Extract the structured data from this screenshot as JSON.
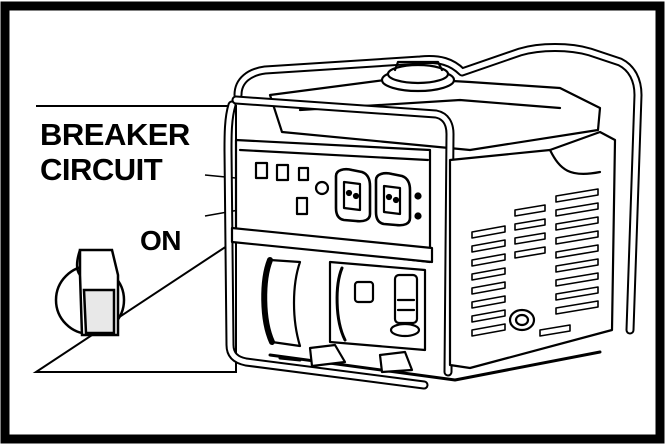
{
  "labels": {
    "breaker": "BREAKER",
    "circuit": "CIRCUIT",
    "on": "ON"
  },
  "colors": {
    "line": "#000000",
    "background": "#ffffff",
    "shade": "#d9d9d9"
  }
}
